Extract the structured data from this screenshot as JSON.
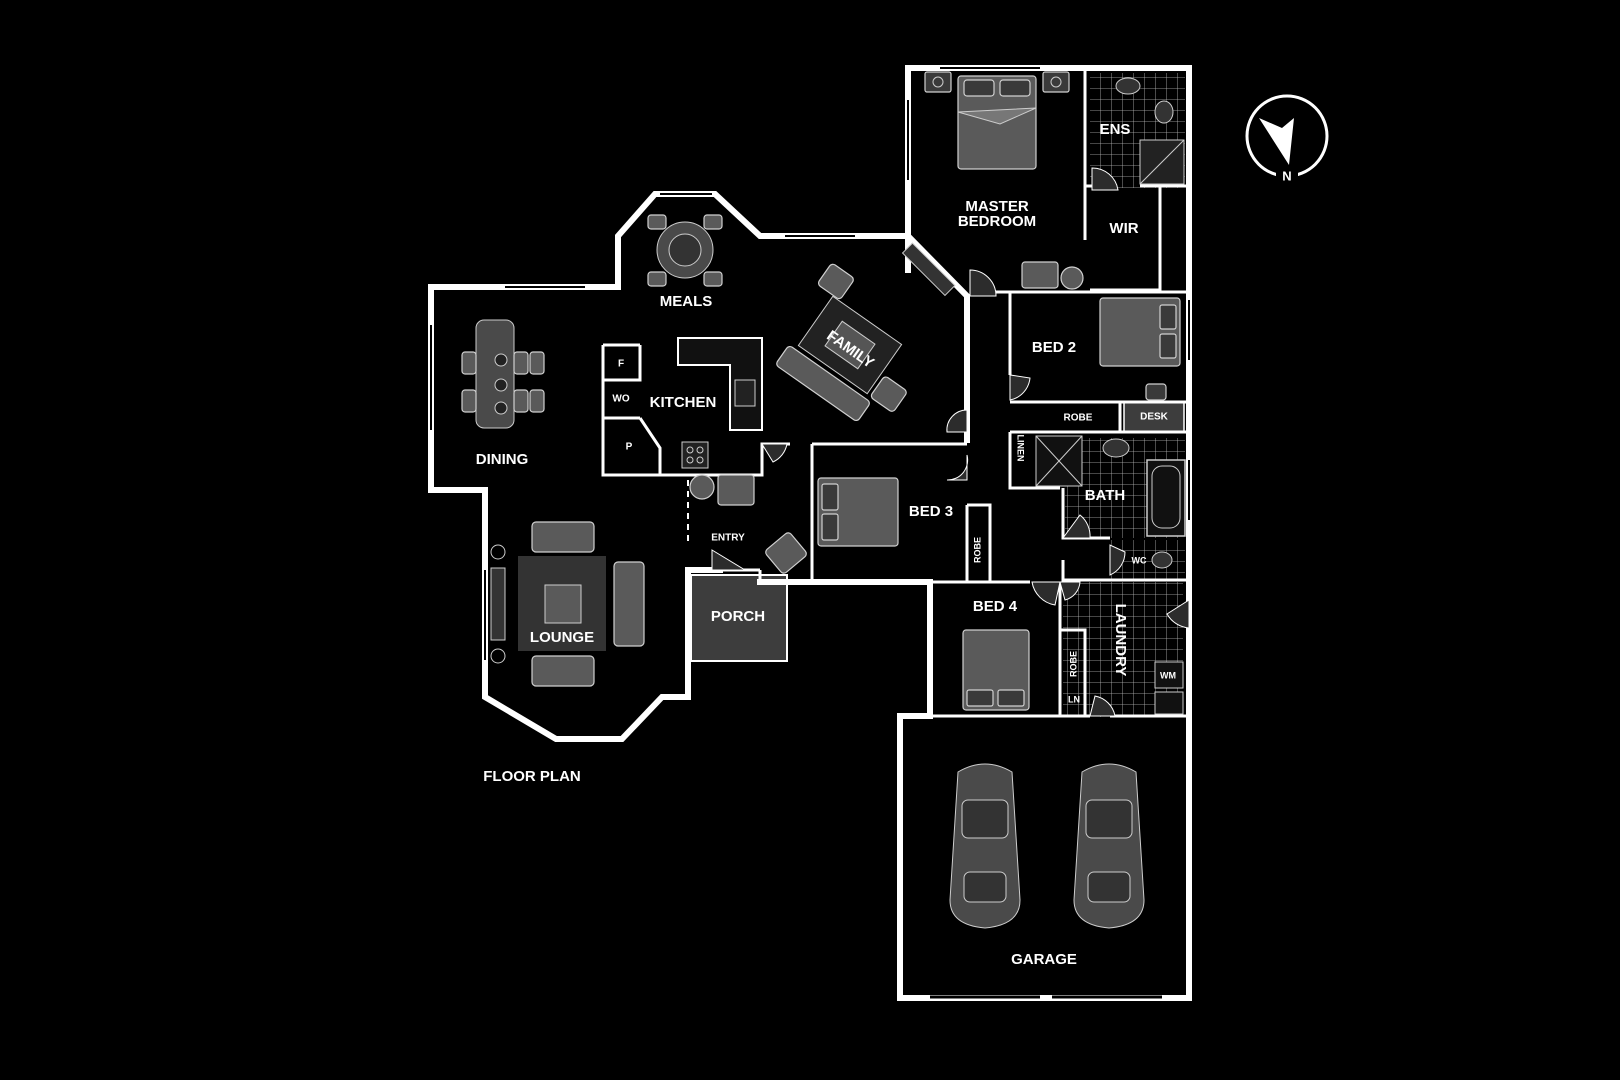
{
  "plan_title": "FLOOR PLAN",
  "compass": {
    "label": "N",
    "icon": "north-arrow-icon"
  },
  "rooms": {
    "master_bedroom_line1": "MASTER",
    "master_bedroom_line2": "BEDROOM",
    "ensuite": "ENS",
    "wir": "WIR",
    "meals": "MEALS",
    "family": "FAMILY",
    "kitchen": "KITCHEN",
    "dining": "DINING",
    "lounge": "LOUNGE",
    "entry": "ENTRY",
    "porch": "PORCH",
    "bed2": "BED 2",
    "bed3": "BED 3",
    "bed4": "BED 4",
    "bath": "BATH",
    "laundry": "LAUNDRY",
    "garage": "GARAGE"
  },
  "small_labels": {
    "fridge": "F",
    "walk_in_oven": "WO",
    "pantry": "P",
    "robe_bed2": "ROBE",
    "desk": "DESK",
    "linen": "LINEN",
    "robe_bed3": "ROBE",
    "robe_bed4": "ROBE",
    "wc": "WC",
    "linen_small": "LN",
    "washing_machine": "WM"
  }
}
